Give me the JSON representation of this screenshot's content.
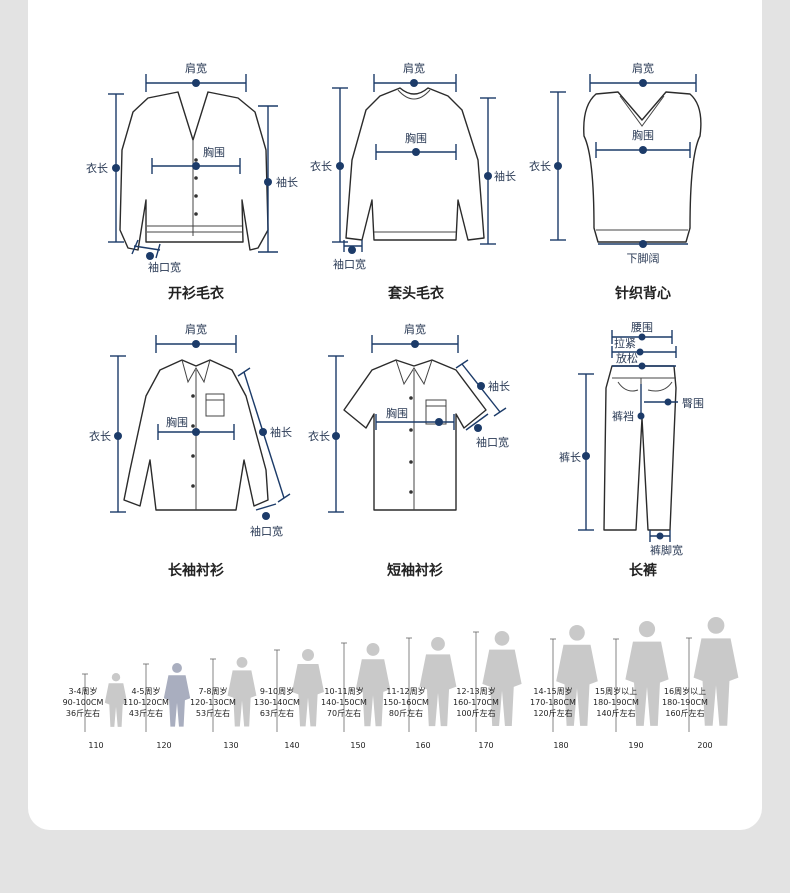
{
  "labels": {
    "shoulder": "肩宽",
    "chest": "胸围",
    "length": "衣长",
    "sleeve": "袖长",
    "cuff": "袖口宽",
    "hem": "下脚阔",
    "waist": "腰围",
    "stretch": "拉紧",
    "relax": "放松",
    "crotch": "裤裆",
    "hip": "臀围",
    "pant_length": "裤长",
    "leg_opening": "裤脚宽"
  },
  "garments": [
    {
      "title": "开衫毛衣"
    },
    {
      "title": "套头毛衣"
    },
    {
      "title": "针织背心"
    },
    {
      "title": "长袖衬衫"
    },
    {
      "title": "短袖衬衫"
    },
    {
      "title": "长裤"
    }
  ],
  "sizes": [
    {
      "age": "3-4周岁",
      "range": "90-100CM",
      "weight": "36斤左右",
      "tick": "110"
    },
    {
      "age": "4-5周岁",
      "range": "110-120CM",
      "weight": "43斤左右",
      "tick": "120"
    },
    {
      "age": "7-8周岁",
      "range": "120-130CM",
      "weight": "53斤左右",
      "tick": "130"
    },
    {
      "age": "9-10周岁",
      "range": "130-140CM",
      "weight": "63斤左右",
      "tick": "140"
    },
    {
      "age": "10-11周岁",
      "range": "140-150CM",
      "weight": "70斤左右",
      "tick": "150"
    },
    {
      "age": "11-12周岁",
      "range": "150-160CM",
      "weight": "80斤左右",
      "tick": "160"
    },
    {
      "age": "12-13周岁",
      "range": "160-170CM",
      "weight": "100斤左右",
      "tick": "170"
    },
    {
      "age": "14-15周岁",
      "range": "170-180CM",
      "weight": "120斤左右",
      "tick": "180"
    },
    {
      "age": "15周岁以上",
      "range": "180-190CM",
      "weight": "140斤左右",
      "tick": "190"
    },
    {
      "age": "16周岁以上",
      "range": "180-190CM",
      "weight": "160斤左右",
      "tick": "200"
    }
  ],
  "colors": {
    "accent": "#1c3b69",
    "silhouette": "#c9c9c9",
    "highlight": "#a9aebf"
  }
}
